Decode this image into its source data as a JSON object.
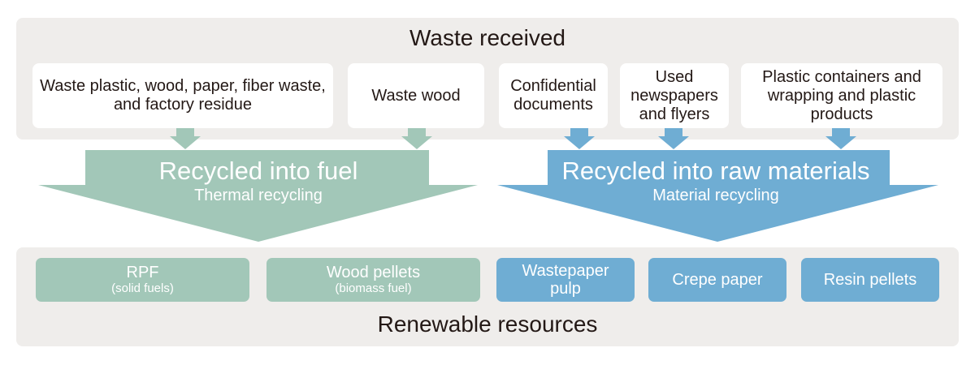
{
  "top": {
    "title": "Waste received",
    "sources": [
      "Waste plastic, wood, paper, fiber waste, and factory residue",
      "Waste wood",
      "Confidential documents",
      "Used newspapers and flyers",
      "Plastic containers and wrapping and plastic products"
    ]
  },
  "fuel": {
    "title": "Recycled into fuel",
    "subtitle": "Thermal recycling",
    "color": "#a2c7b8"
  },
  "materials": {
    "title": "Recycled into raw materials",
    "subtitle": "Material recycling",
    "color": "#6fadd3"
  },
  "bottom": {
    "title": "Renewable resources",
    "resources": [
      {
        "main": "RPF",
        "sub": "(solid fuels)"
      },
      {
        "main": "Wood pellets",
        "sub": "(biomass fuel)"
      },
      {
        "main": "Wastepaper pulp",
        "sub": ""
      },
      {
        "main": "Crepe paper",
        "sub": ""
      },
      {
        "main": "Resin pellets",
        "sub": ""
      }
    ]
  },
  "colors": {
    "panel": "#efedeb",
    "text": "#231815"
  }
}
